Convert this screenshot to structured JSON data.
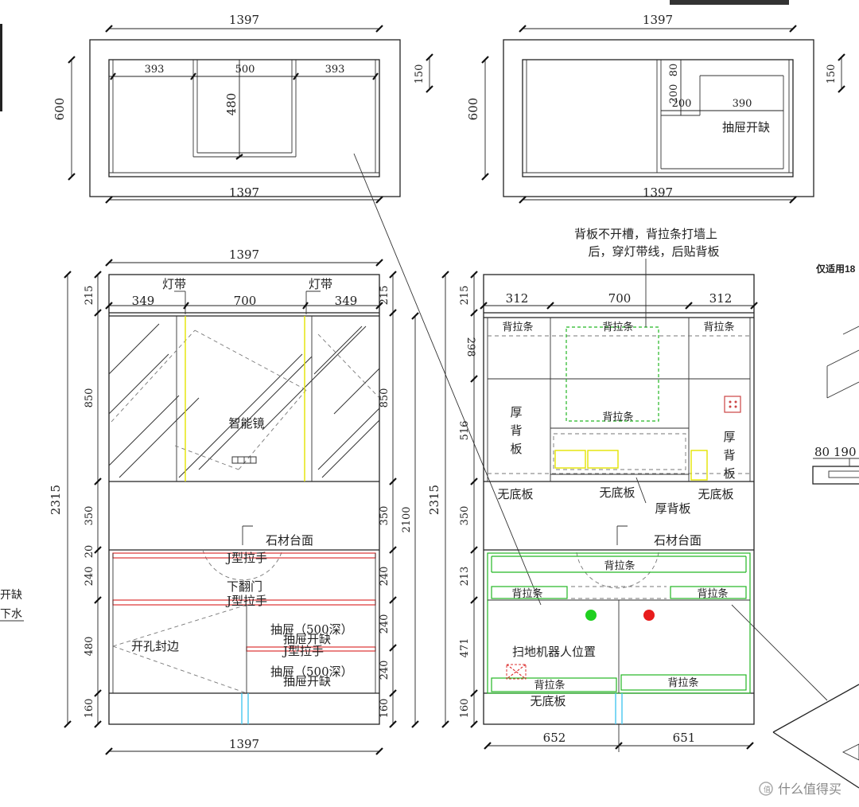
{
  "plan_left": {
    "width_top": "1397",
    "left": "393",
    "center": "500",
    "right": "393",
    "basin_depth": "480",
    "depth": "600",
    "overhang": "150",
    "width_bottom": "1397"
  },
  "plan_right": {
    "width_top": "1397",
    "depth": "600",
    "overhang": "150",
    "notch_a": "80",
    "notch_b": "200",
    "notch_c": "200",
    "notch_d": "390",
    "notch_label": "抽屉开缺",
    "width_bottom": "1397"
  },
  "elev_left": {
    "width": "1397",
    "light_strip": "灯带",
    "side_w": "349",
    "center_w": "700",
    "smart_mirror": "智能镜",
    "stone_top": "石材台面",
    "j_handle": "J型拉手",
    "flip_door": "下翻门",
    "drawer": "抽屉（500深）",
    "drawer_notch": "抽屉开缺",
    "hole_edge": "开孔封边",
    "total_h": "2315",
    "h215": "215",
    "h850": "850",
    "h350": "350",
    "h20": "20",
    "h240": "240",
    "h480": "480",
    "h160": "160",
    "h2100": "2100"
  },
  "elev_right": {
    "note1": "背板不开槽，背拉条打墙上",
    "note2": "后，穿灯带线，后贴背板",
    "back_strip": "背拉条",
    "thick1": "厚",
    "thick2": "背",
    "thick3": "板",
    "thick_back": "厚背板",
    "no_bottom": "无底板",
    "stone_top": "石材台面",
    "robot": "扫地机器人位置",
    "side_w": "312",
    "center_w": "700",
    "w_left": "652",
    "w_right": "651",
    "total_h": "2315",
    "h215": "215",
    "h298": "298",
    "h516": "516",
    "h350": "350",
    "h213": "213",
    "h471": "471",
    "h160": "160",
    "dev_a": "",
    "dev_b": "",
    "socket_text": ""
  },
  "edge": {
    "note": "仅适用18",
    "dim_note": "",
    "dims": "80 190",
    "left1": "开缺",
    "left2": "下水"
  },
  "watermark": {
    "glyph": "值",
    "text": "什么值得买"
  }
}
